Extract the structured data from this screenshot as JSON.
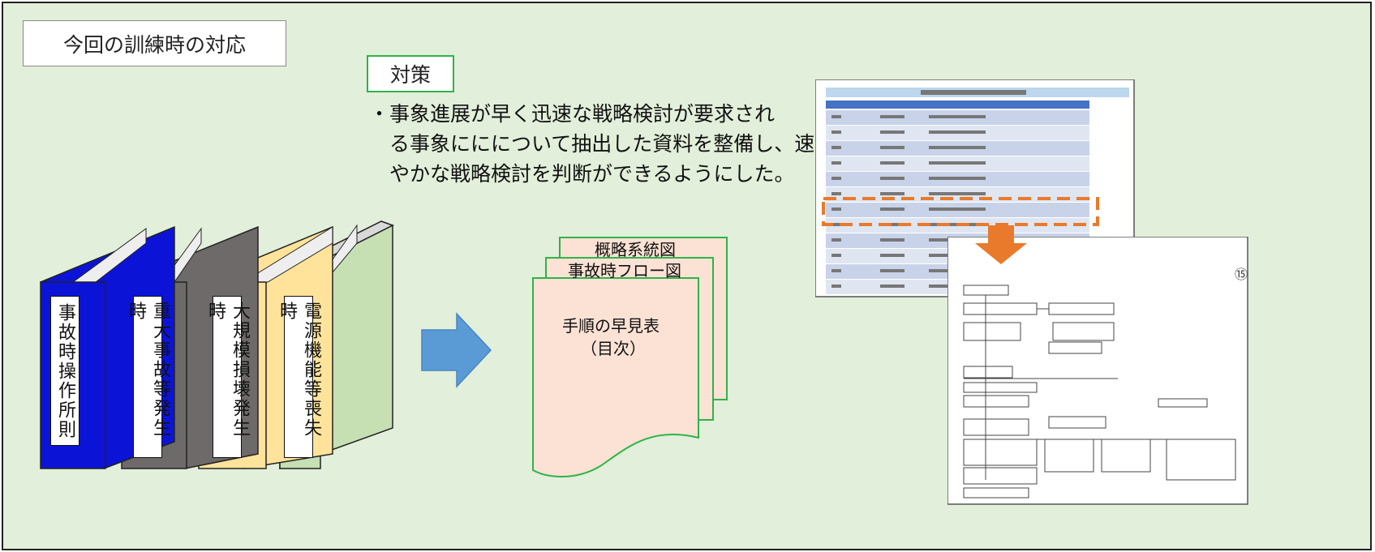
{
  "section_title": "今回の訓練時の対応",
  "measure": {
    "label": "対策",
    "lines": [
      "・事象進展が早く迅速な戦略検討が要求され",
      "る事象ににについて抽出した資料を整備し、速",
      "やかな戦略検討を判断ができるようにした。"
    ]
  },
  "binders": [
    {
      "label": "事故時操作所則",
      "color": "#0b14d6"
    },
    {
      "label": "重大事故等発生時",
      "color": "#6d6a69"
    },
    {
      "label": "大規模損壊発生時",
      "color": "#ffe39a"
    },
    {
      "label": "電源機能等喪失時",
      "color": "#c6e0b4"
    }
  ],
  "arrow_icon": "right-arrow-icon",
  "documents": {
    "back": "概略系統図",
    "middle": "事故時フロー図",
    "front_line1": "手順の早見表",
    "front_line2": "（目次）"
  },
  "colors": {
    "background": "#e2efda",
    "doc_fill": "#fbe2d5",
    "doc_border": "#2fb34a",
    "arrow": "#5b9bd5",
    "highlight": "#e97a2c"
  }
}
